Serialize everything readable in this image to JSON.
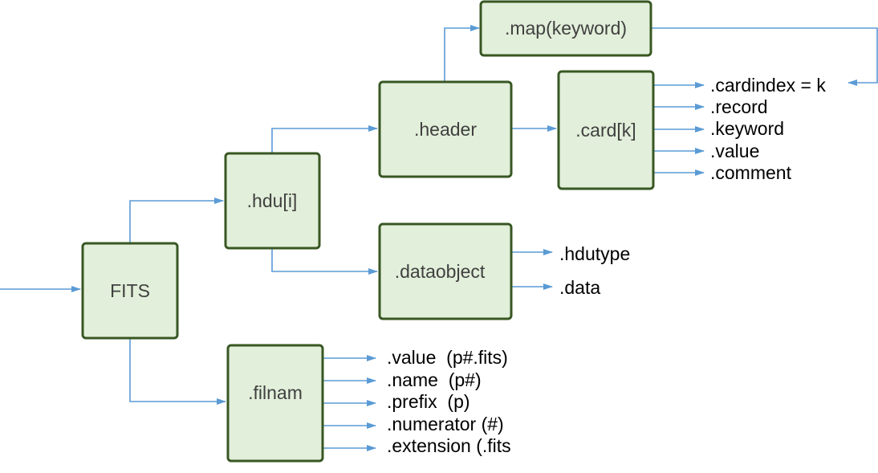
{
  "colors": {
    "box_fill": "#e2efda",
    "box_border": "#385723",
    "arrow": "#5b9bd5",
    "box_text": "#404040",
    "property_text": "#000000"
  },
  "nodes": {
    "fits": ".FITS",
    "hdu": ".hdu[i]",
    "header": ".header",
    "map": ".map(keyword)",
    "card": ".card[k]",
    "dataobject": ".dataobject",
    "filnam": ".filnam"
  },
  "card_properties": [
    ".cardindex = k",
    ".record",
    ".keyword",
    ".value",
    ".comment"
  ],
  "dataobject_properties": [
    ".hdutype",
    ".data"
  ],
  "filnam_properties": [
    ".value  (p#.fits)",
    ".name  (p#)",
    ".prefix  (p)",
    ".numerator (#)",
    ".extension (.fits"
  ]
}
